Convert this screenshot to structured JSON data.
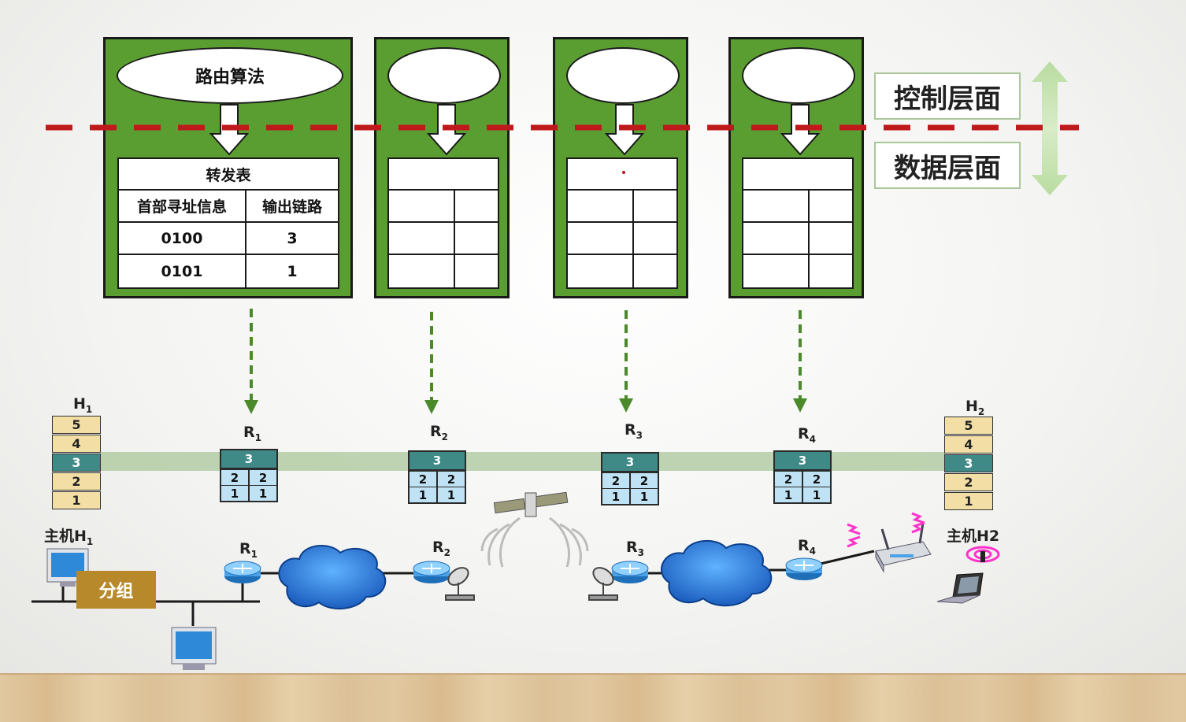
{
  "router_boxes": [
    {
      "ellipse_label": "路由算法",
      "table": {
        "title": "转发表",
        "headers": [
          "首部寻址信息",
          "输出链路"
        ],
        "rows": [
          [
            "0100",
            "3"
          ],
          [
            "0101",
            "1"
          ]
        ]
      }
    },
    {
      "ellipse_label": "",
      "table": {
        "title": "",
        "rows": [
          [
            "",
            ""
          ],
          [
            "",
            ""
          ],
          [
            "",
            ""
          ]
        ]
      }
    },
    {
      "ellipse_label": "",
      "table": {
        "title": "",
        "rows": [
          [
            "",
            ""
          ],
          [
            "",
            ""
          ],
          [
            "",
            ""
          ]
        ]
      }
    },
    {
      "ellipse_label": "",
      "table": {
        "title": "",
        "rows": [
          [
            "",
            ""
          ],
          [
            "",
            ""
          ],
          [
            "",
            ""
          ]
        ]
      }
    }
  ],
  "planes": {
    "control": "控制层面",
    "data": "数据层面"
  },
  "hosts": {
    "h1": {
      "name": "H",
      "sub": "1",
      "device_prefix": "主机H",
      "device_sub": "1",
      "layers": [
        "5",
        "4",
        "3",
        "2",
        "1"
      ]
    },
    "h2": {
      "name": "H",
      "sub": "2",
      "device_label": "主机H2",
      "layers": [
        "5",
        "4",
        "3",
        "2",
        "1"
      ]
    }
  },
  "routers": [
    {
      "name": "R",
      "sub": "1",
      "layers": {
        "top": "3",
        "mid": [
          "2",
          "2"
        ],
        "bot": [
          "1",
          "1"
        ]
      }
    },
    {
      "name": "R",
      "sub": "2",
      "layers": {
        "top": "3",
        "mid": [
          "2",
          "2"
        ],
        "bot": [
          "1",
          "1"
        ]
      }
    },
    {
      "name": "R",
      "sub": "3",
      "layers": {
        "top": "3",
        "mid": [
          "2",
          "2"
        ],
        "bot": [
          "1",
          "1"
        ]
      }
    },
    {
      "name": "R",
      "sub": "4",
      "layers": {
        "top": "3",
        "mid": [
          "2",
          "2"
        ],
        "bot": [
          "1",
          "1"
        ]
      }
    }
  ],
  "packet_label": "分组",
  "colors": {
    "router_box": "#5a9e32",
    "divider": "#c0191c",
    "network_layer": "#3f8a86",
    "link_layer": "#bfe3f5",
    "host_layer": "#f3dfa6",
    "packet": "#b8892b",
    "cloud": "#2f7fd6"
  },
  "icons": [
    "computer-icon",
    "router-icon",
    "cloud-icon",
    "satellite-icon",
    "satellite-dish-icon",
    "wireless-access-point-icon",
    "laptop-icon"
  ]
}
